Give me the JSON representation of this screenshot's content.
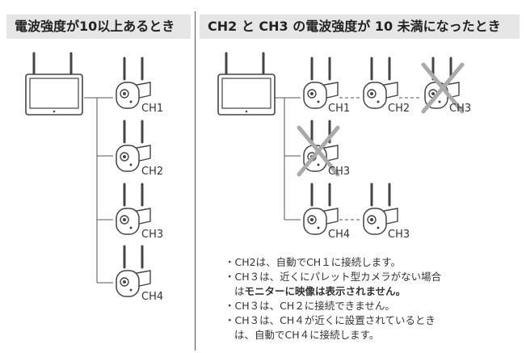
{
  "left_panel": {
    "title": "電波強度が10以上あるとき",
    "cameras": [
      "CH1",
      "CH2",
      "CH3",
      "CH4"
    ]
  },
  "right_panel": {
    "title": "CH2 と CH3 の電波強度が 10 未満になったとき",
    "row1": [
      "CH1",
      "CH2",
      "CH3"
    ],
    "row2": [
      "CH3"
    ],
    "row3": [
      "CH4",
      "CH3"
    ]
  },
  "notes": [
    {
      "text": "・CH2は、自動でCH１に接続します。"
    },
    {
      "text": "・CH３は、近くにパレット型カメラがない場合",
      "cont_pre": "は",
      "cont_bold": "モニターに映像は表示されません。"
    },
    {
      "text": "・CH３は、CH２に接続できません。"
    },
    {
      "text": "・CH３は、CH４が近くに設置されているとき",
      "cont_pre": "は、自動でCH４に接続します。",
      "cont_bold": ""
    }
  ],
  "colors": {
    "line": "#555555",
    "cross": "#aaaaaa",
    "header_bg": "#e6e6e6"
  }
}
